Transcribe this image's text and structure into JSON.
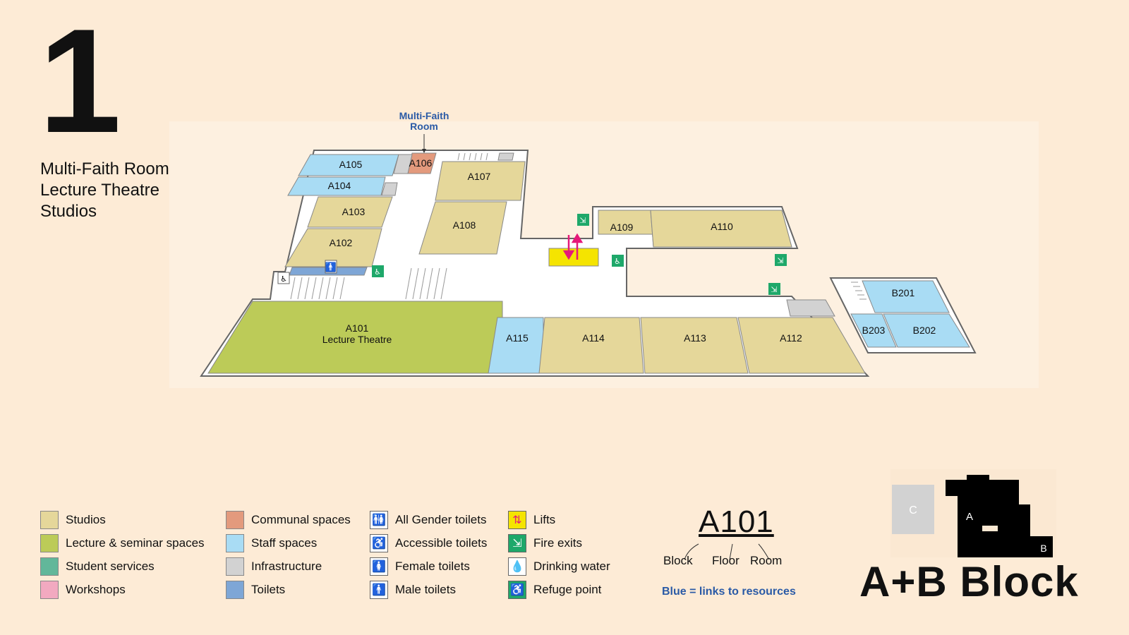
{
  "floor": {
    "number": "1",
    "highlights": [
      "Multi-Faith Room",
      "Lecture Theatre",
      "Studios"
    ]
  },
  "map": {
    "callout": {
      "line1": "Multi-Faith",
      "line2": "Room"
    },
    "rooms": {
      "A101": {
        "line1": "A101",
        "line2": "Lecture Theatre"
      },
      "A102": "A102",
      "A103": "A103",
      "A104": "A104",
      "A105": "A105",
      "A106": "A106",
      "A107": "A107",
      "A108": "A108",
      "A109": "A109",
      "A110": "A110",
      "A112": "A112",
      "A113": "A113",
      "A114": "A114",
      "A115": "A115",
      "B201": "B201",
      "B202": "B202",
      "B203": "B203"
    },
    "colors": {
      "studios": "#e5d79a",
      "lecture": "#bccb58",
      "student_services": "#62b79a",
      "workshops": "#f2a9c0",
      "communal": "#e39a7d",
      "staff": "#a9dcf4",
      "infrastructure": "#d2d2d2",
      "toilets": "#7ea6d6",
      "lift": "#f5e400",
      "fire_exit": "#1ea86a",
      "floor_fill": "#ffffff",
      "outline": "#666666"
    }
  },
  "legend": {
    "col1": [
      {
        "label": "Studios",
        "color": "#e5d79a"
      },
      {
        "label": "Lecture & seminar spaces",
        "color": "#bccb58"
      },
      {
        "label": "Student services",
        "color": "#62b79a"
      },
      {
        "label": "Workshops",
        "color": "#f2a9c0"
      }
    ],
    "col2": [
      {
        "label": "Communal spaces",
        "color": "#e39a7d"
      },
      {
        "label": "Staff spaces",
        "color": "#a9dcf4"
      },
      {
        "label": "Infrastructure",
        "color": "#d2d2d2"
      },
      {
        "label": "Toilets",
        "color": "#7ea6d6"
      }
    ],
    "col3": [
      {
        "label": "All Gender toilets",
        "icon": "all-gender-toilet-icon"
      },
      {
        "label": "Accessible toilets",
        "icon": "accessible-toilet-icon"
      },
      {
        "label": "Female toilets",
        "icon": "female-toilet-icon"
      },
      {
        "label": "Male toilets",
        "icon": "male-toilet-icon"
      }
    ],
    "col4": [
      {
        "label": "Lifts",
        "icon": "lift-icon"
      },
      {
        "label": "Fire exits",
        "icon": "fire-exit-icon"
      },
      {
        "label": "Drinking water",
        "icon": "drinking-water-icon"
      },
      {
        "label": "Refuge point",
        "icon": "refuge-point-icon"
      }
    ]
  },
  "room_code": {
    "example": "A101",
    "parts": [
      "Block",
      "Floor",
      "Room"
    ]
  },
  "note": "Blue = links to resources",
  "block_title": "A+B Block",
  "keymap": {
    "c": "C",
    "a": "A",
    "b": "B"
  }
}
